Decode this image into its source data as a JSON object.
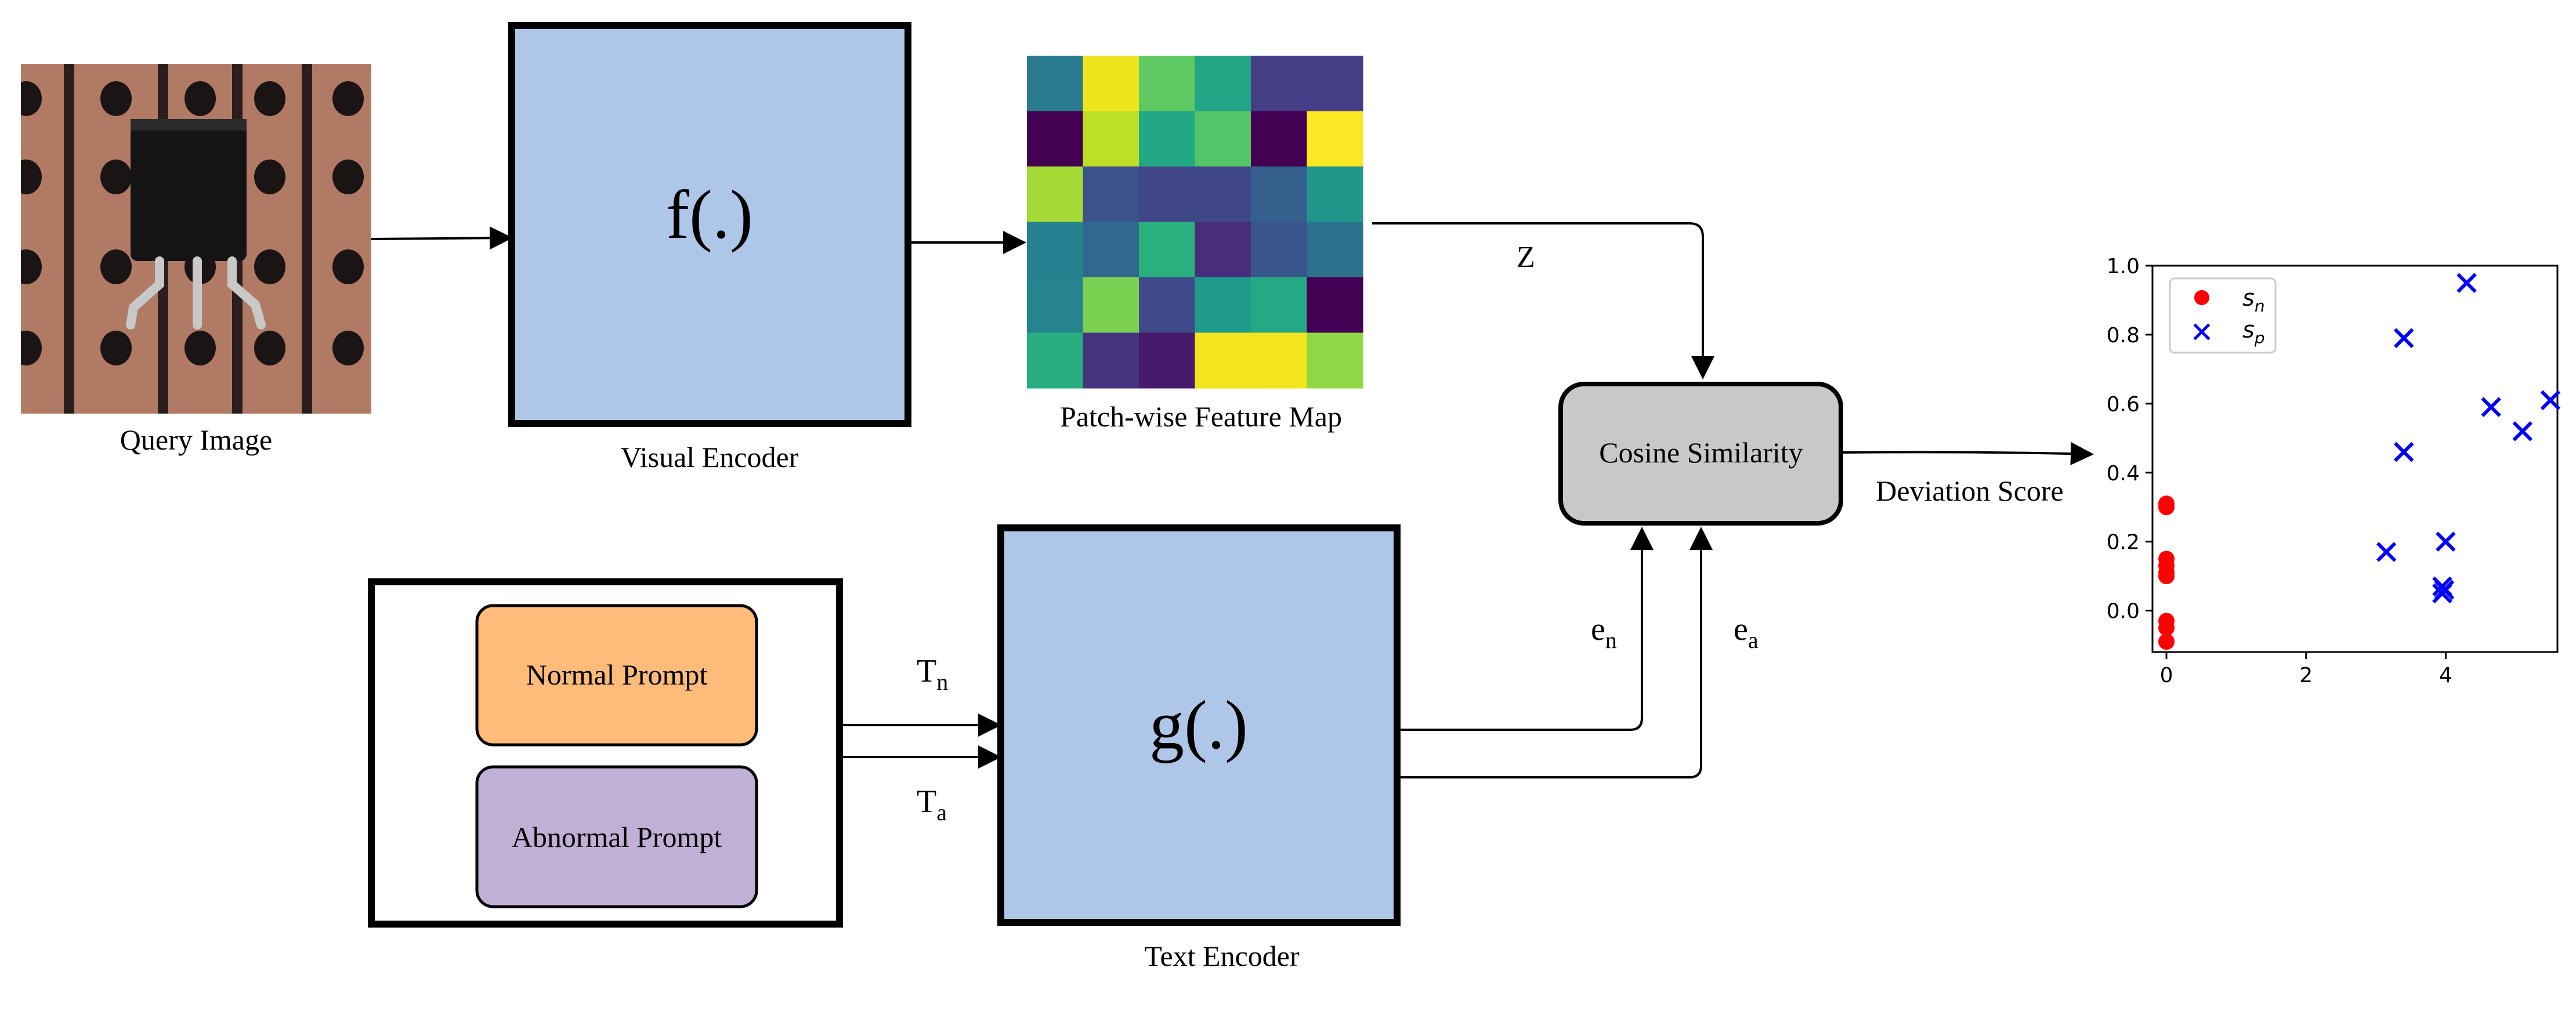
{
  "query_image": {
    "label": "Query Image",
    "colors": {
      "board": "#b07a65",
      "chip": "#141414",
      "hole": "#1b1414",
      "strip": "#2a1f1c",
      "lead": "#c8c8c8"
    }
  },
  "visual_encoder": {
    "label": "Visual Encoder",
    "func": "f(.)",
    "fill": "#aec6e8"
  },
  "feature_map": {
    "label": "Patch-wise Feature Map",
    "grid": [
      [
        "#2b7b8f",
        "#efe51c",
        "#5ec962",
        "#21a585",
        "#433e85",
        "#433e85"
      ],
      [
        "#440154",
        "#bddf26",
        "#22a884",
        "#52c569",
        "#440154",
        "#fde725"
      ],
      [
        "#a5db36",
        "#3b528b",
        "#3f4788",
        "#3f4788",
        "#355f8d",
        "#1f988b"
      ],
      [
        "#26828e",
        "#31688e",
        "#2ab07f",
        "#472d7b",
        "#39568c",
        "#2c728e"
      ],
      [
        "#25848e",
        "#7ad151",
        "#3e4a89",
        "#1e9b8a",
        "#23a983",
        "#440154"
      ],
      [
        "#28ae80",
        "#453581",
        "#481a6c",
        "#f1e51d",
        "#f4e61e",
        "#8fd744"
      ]
    ]
  },
  "z_label": "Z",
  "cosine": {
    "label": "Cosine Similarity",
    "fill": "#c8c8c8"
  },
  "deviation_label": "Deviation Score",
  "prompts": {
    "normal": {
      "label": "Normal Prompt",
      "fill": "#ffbb7a"
    },
    "abnormal": {
      "label": "Abnormal Prompt",
      "fill": "#c2afd5"
    }
  },
  "tn": {
    "main": "T",
    "sub": "n"
  },
  "ta": {
    "main": "T",
    "sub": "a"
  },
  "en": {
    "main": "e",
    "sub": "n"
  },
  "ea": {
    "main": "e",
    "sub": "a"
  },
  "text_encoder": {
    "label": "Text Encoder",
    "func": "g(.)",
    "fill": "#aec6e8"
  },
  "chart_data": {
    "type": "scatter",
    "xlim": [
      -0.2,
      5.6
    ],
    "ylim": [
      -0.12,
      1.0
    ],
    "x_ticks": [
      0,
      2,
      4
    ],
    "y_ticks": [
      0.0,
      0.2,
      0.4,
      0.6,
      0.8,
      1.0
    ],
    "legend_position": "top-left",
    "series": [
      {
        "name": "s_n",
        "name_main": "s",
        "name_sub": "n",
        "marker": "circle",
        "color": "#ff0000",
        "points": [
          [
            0,
            0.31
          ],
          [
            0,
            0.3
          ],
          [
            0,
            0.15
          ],
          [
            0,
            0.13
          ],
          [
            0,
            0.11
          ],
          [
            0,
            0.1
          ],
          [
            0,
            -0.03
          ],
          [
            0,
            -0.05
          ],
          [
            0,
            -0.09
          ]
        ]
      },
      {
        "name": "s_p",
        "name_main": "s",
        "name_sub": "p",
        "marker": "x",
        "color": "#0000ff",
        "points": [
          [
            4.3,
            0.95
          ],
          [
            3.4,
            0.79
          ],
          [
            5.5,
            0.61
          ],
          [
            4.65,
            0.59
          ],
          [
            5.1,
            0.52
          ],
          [
            3.4,
            0.46
          ],
          [
            4.0,
            0.2
          ],
          [
            3.15,
            0.17
          ],
          [
            3.95,
            0.07
          ],
          [
            3.98,
            0.06
          ],
          [
            3.95,
            0.05
          ]
        ]
      }
    ]
  }
}
